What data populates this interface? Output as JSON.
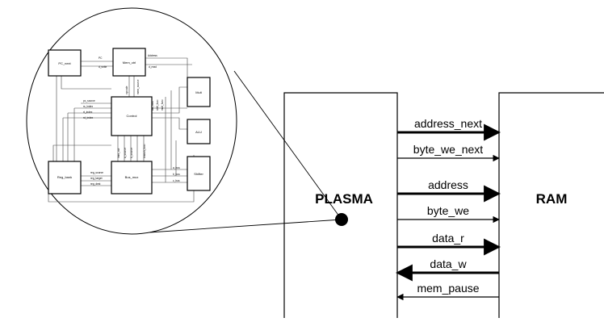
{
  "blocks": {
    "cpu": "PLASMA",
    "mem": "RAM"
  },
  "signals": [
    {
      "name": "address_next",
      "dir": "right",
      "bold": true
    },
    {
      "name": "byte_we_next",
      "dir": "right",
      "bold": false
    },
    {
      "name": "address",
      "dir": "right",
      "bold": true
    },
    {
      "name": "byte_we",
      "dir": "right",
      "bold": false
    },
    {
      "name": "data_r",
      "dir": "right",
      "bold": true
    },
    {
      "name": "data_w",
      "dir": "left",
      "bold": true
    },
    {
      "name": "mem_pause",
      "dir": "left",
      "bold": false
    }
  ],
  "inset": {
    "modules": {
      "pc_next": "PC_next",
      "mem_ctrl": "Mem_ctrl",
      "control": "Control",
      "reg_bank": "Reg_bank",
      "bus_mux": "Bus_mux",
      "mult": "Mult",
      "alu": "ALU",
      "shifter": "Shifter"
    },
    "labels": {
      "pc": "PC",
      "address": "Address",
      "d_write": "d_write",
      "d_read": "d_read",
      "opcode": "opcode",
      "mem_source": "mem_source",
      "pc_source": "pc_source",
      "rs_index": "rs_index",
      "rt_index": "rt_index",
      "rd_index": "rd_index",
      "alu_func": "alu_func",
      "shift_func": "shift_func",
      "mult_func": "mult_func",
      "imm_out": "imm_out",
      "a_source": "a_source",
      "b_source": "b_source",
      "branch_func": "branch_func",
      "reg_source": "reg_source",
      "reg_target": "reg_target",
      "reg_dest": "reg_dest",
      "a_bus": "a_bus",
      "b_bus": "b_bus",
      "c_bus": "c_bus"
    }
  }
}
